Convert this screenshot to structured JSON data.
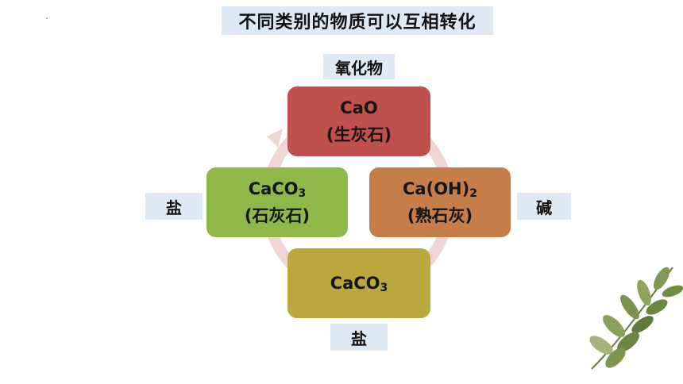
{
  "title": "不同类别的物质可以互相转化",
  "labels": {
    "top": "氧化物",
    "left": "盐",
    "right": "碱",
    "bottom": "盐"
  },
  "nodes": {
    "top": {
      "formula": "CaO",
      "sub": "",
      "formula_tail": "",
      "name": "(生灰石)"
    },
    "right": {
      "formula": "Ca(OH)",
      "sub": "2",
      "formula_tail": "",
      "name": "(熟石灰)"
    },
    "bottom": {
      "formula": "CaCO",
      "sub": "3",
      "formula_tail": "",
      "name": ""
    },
    "left": {
      "formula": "CaCO",
      "sub": "3",
      "formula_tail": "",
      "name": "(石灰石)"
    }
  },
  "colors": {
    "top": "#c0504d",
    "right": "#c57d4a",
    "bottom": "#b9a83e",
    "left": "#8fb849",
    "cycle_ring": "#f1d4d4",
    "label_bg": "#dfe9f3"
  },
  "icons": {
    "cycle": "circular-arrow",
    "decoration": "leaf-branch"
  }
}
